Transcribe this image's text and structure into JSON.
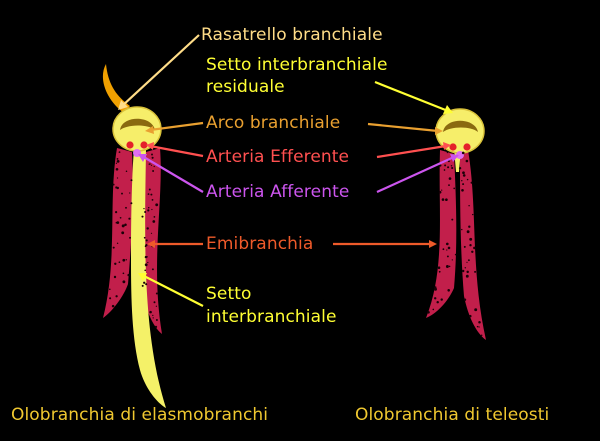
{
  "colors": {
    "background": "#000000",
    "gill_red": "#c21f4b",
    "gill_speckle": "#1a0008",
    "septum_yellow": "#f4f168",
    "raker_orange": "#f0a000",
    "arch_fill": "#f6ee6a",
    "vessel_red": "#e4202a",
    "vessel_violet": "#e070f0",
    "label_raker": "#ffdd88",
    "label_residual": "#ffff33",
    "label_arch": "#e9a030",
    "label_efferent": "#ff5050",
    "label_afferent": "#cc55ee",
    "label_hemibranch": "#ee5a2a",
    "label_septum": "#ffff33",
    "caption": "#f0c830"
  },
  "labels": {
    "rasatrello": "Rasatrello branchiale",
    "setto_residuale_1": "Setto interbranchiale",
    "setto_residuale_2": "residuale",
    "arco": "Arco branchiale",
    "efferente": "Arteria Efferente",
    "afferente": "Arteria Afferente",
    "emibranchia": "Emibranchia",
    "setto_1": "Setto",
    "setto_2": "interbranchiale"
  },
  "captions": {
    "elasmobranchi": "Olobranchia di elasmobranchi",
    "teleosti": "Olobranchia di teleosti"
  }
}
